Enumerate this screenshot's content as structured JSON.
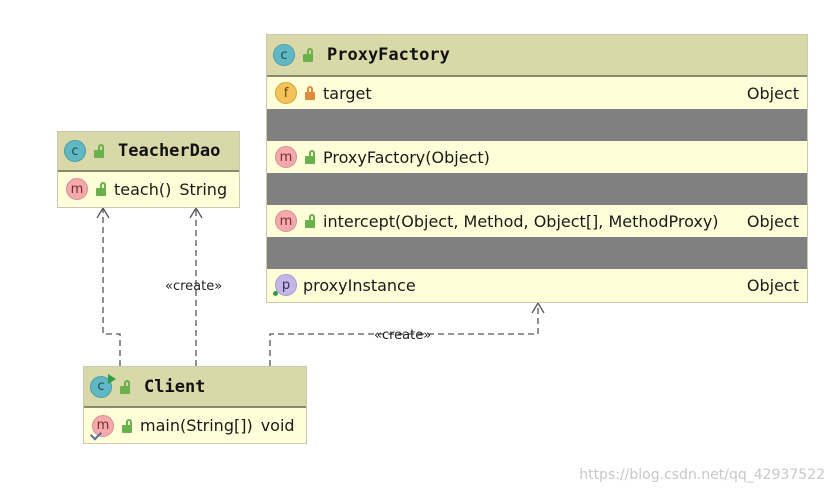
{
  "classes": {
    "proxy_factory": {
      "name": "ProxyFactory",
      "kind_badge": "c",
      "rows": [
        {
          "badge": "f",
          "label": "target",
          "type": "Object"
        },
        {
          "badge": "m",
          "label": "ProxyFactory(Object)",
          "type": ""
        },
        {
          "badge": "m",
          "label": "intercept(Object, Method, Object[], MethodProxy)",
          "type": "Object"
        },
        {
          "badge": "p",
          "label": "proxyInstance",
          "type": "Object"
        }
      ]
    },
    "teacher_dao": {
      "name": "TeacherDao",
      "kind_badge": "c",
      "rows": [
        {
          "badge": "m",
          "label": "teach()",
          "type": "String"
        }
      ]
    },
    "client": {
      "name": "Client",
      "kind_badge": "c",
      "rows": [
        {
          "badge": "m",
          "label": "main(String[])",
          "type": "void"
        }
      ]
    }
  },
  "relations": [
    {
      "from": "Client",
      "to": "TeacherDao",
      "stereotype": ""
    },
    {
      "from": "Client",
      "to": "TeacherDao",
      "stereotype": "«create»"
    },
    {
      "from": "Client",
      "to": "ProxyFactory",
      "stereotype": "«create»"
    }
  ],
  "watermark": "https://blog.csdn.net/qq_42937522",
  "colors": {
    "header": "#d8d8a8",
    "body": "#fefed8",
    "divider": "#808080",
    "arrow": "#555555"
  }
}
